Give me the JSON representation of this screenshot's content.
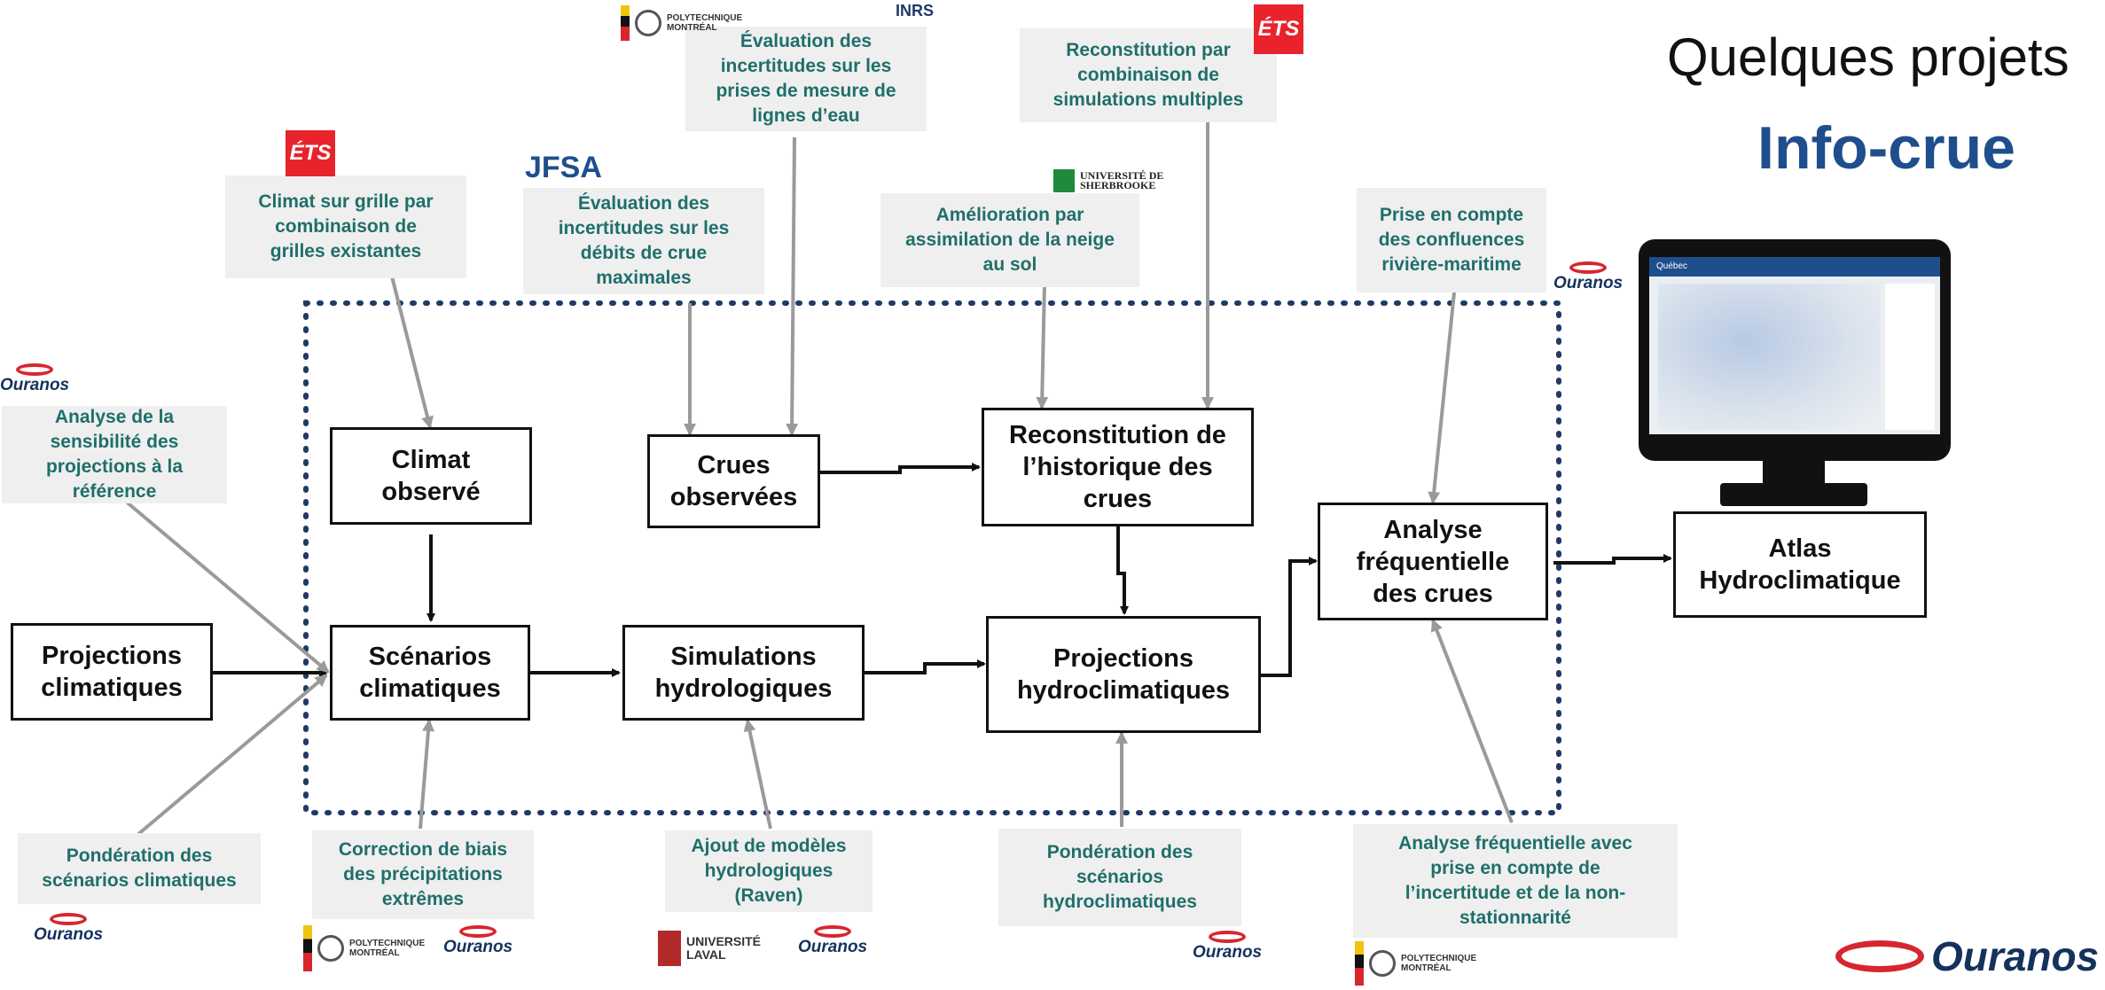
{
  "title": "Quelques projets",
  "boxes": {
    "projections_climatiques": "Projections\nclimatiques",
    "climat_observe": "Climat\nobservé",
    "scenarios_climatiques": "Scénarios\nclimatiques",
    "crues_observees": "Crues\nobservées",
    "simulations_hydrologiques": "Simulations\nhydrologiques",
    "reconstitution": "Reconstitution de\nl’historique des\ncrues",
    "projections_hydroclimatiques": "Projections\nhydroclimatiques",
    "analyse_frequentielle": "Analyse\nfréquentielle\ndes crues",
    "atlas": "Atlas\nHydroclimatique"
  },
  "notes": {
    "climat_grille": "Climat sur grille par\ncombinaison de\ngrilles existantes",
    "eval_lignes_eau": "Évaluation des\nincertitudes sur les\nprises de mesure de\nlignes d’eau",
    "eval_debits": "Évaluation des\nincertitudes sur les\ndébits de crue\nmaximales",
    "reconstitution_multi": "Reconstitution par\ncombinaison de\nsimulations multiples",
    "amelioration_neige": "Amélioration par\nassimilation de la neige\nau sol",
    "confluences": "Prise en compte\ndes confluences\nrivière-maritime",
    "sensibilite": "Analyse de la\nsensibilité des\nprojections à la\nréférence",
    "ponderation_climatiques": "Pondération des\nscénarios climatiques",
    "correction_biais": "Correction de biais\ndes précipitations\nextrêmes",
    "ajout_modeles": "Ajout de modèles\nhydrologiques\n(Raven)",
    "ponderation_hydro": "Pondération des\nscénarios\nhydroclimatiques",
    "analyse_non_stationnarite": "Analyse fréquentielle avec\nprise en compte de\nl’incertitude et de la non-\nstationnarité"
  },
  "logos": {
    "ouranos": "Ouranos",
    "ets": "ÉTS",
    "inrs": "INRS",
    "jfsa": "JFSA",
    "sherbrooke": "UNIVERSITÉ DE\nSHERBROOKE",
    "polytechnique": "POLYTECHNIQUE\nMONTRÉAL",
    "laval": "UNIVERSITÉ\nLAVAL",
    "infocrue": "Info-crue",
    "quebec": "Québec"
  },
  "colors": {
    "note_text": "#1f6f6a",
    "note_bg": "#efefef",
    "ouranos_red": "#d7262f",
    "ets_red": "#e8232b",
    "dotted_border": "#1f3a66"
  }
}
